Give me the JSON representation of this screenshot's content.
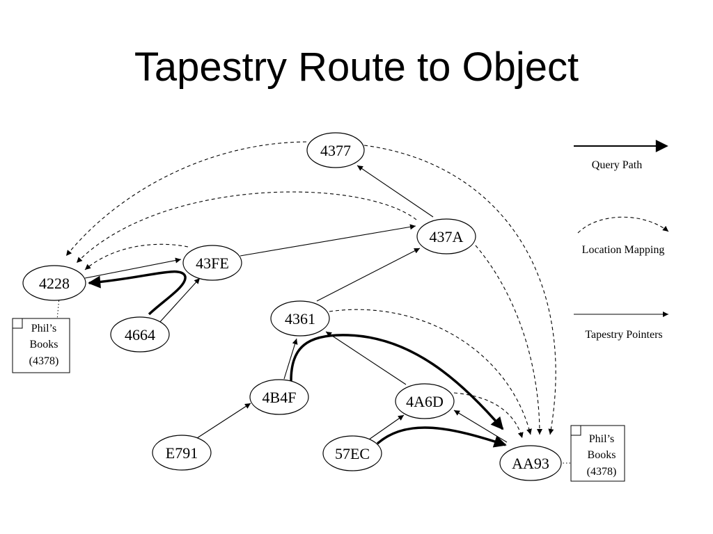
{
  "title": "Tapestry Route to Object",
  "nodes": [
    {
      "id": "n4377",
      "label": "4377"
    },
    {
      "id": "n437A",
      "label": "437A"
    },
    {
      "id": "n43FE",
      "label": "43FE"
    },
    {
      "id": "n4228",
      "label": "4228"
    },
    {
      "id": "n4664",
      "label": "4664"
    },
    {
      "id": "n4361",
      "label": "4361"
    },
    {
      "id": "n4B4F",
      "label": "4B4F"
    },
    {
      "id": "nE791",
      "label": "E791"
    },
    {
      "id": "n4A6D",
      "label": "4A6D"
    },
    {
      "id": "n57EC",
      "label": "57EC"
    },
    {
      "id": "nAA93",
      "label": "AA93"
    }
  ],
  "documents": [
    {
      "id": "doc-left",
      "lines": [
        "Phil’s",
        "Books",
        "(4378)"
      ]
    },
    {
      "id": "doc-right",
      "lines": [
        "Phil’s",
        "Books",
        "(4378)"
      ]
    }
  ],
  "legend": {
    "query_path": "Query Path",
    "location_mapping": "Location Mapping",
    "tapestry_pointers": "Tapestry Pointers"
  }
}
